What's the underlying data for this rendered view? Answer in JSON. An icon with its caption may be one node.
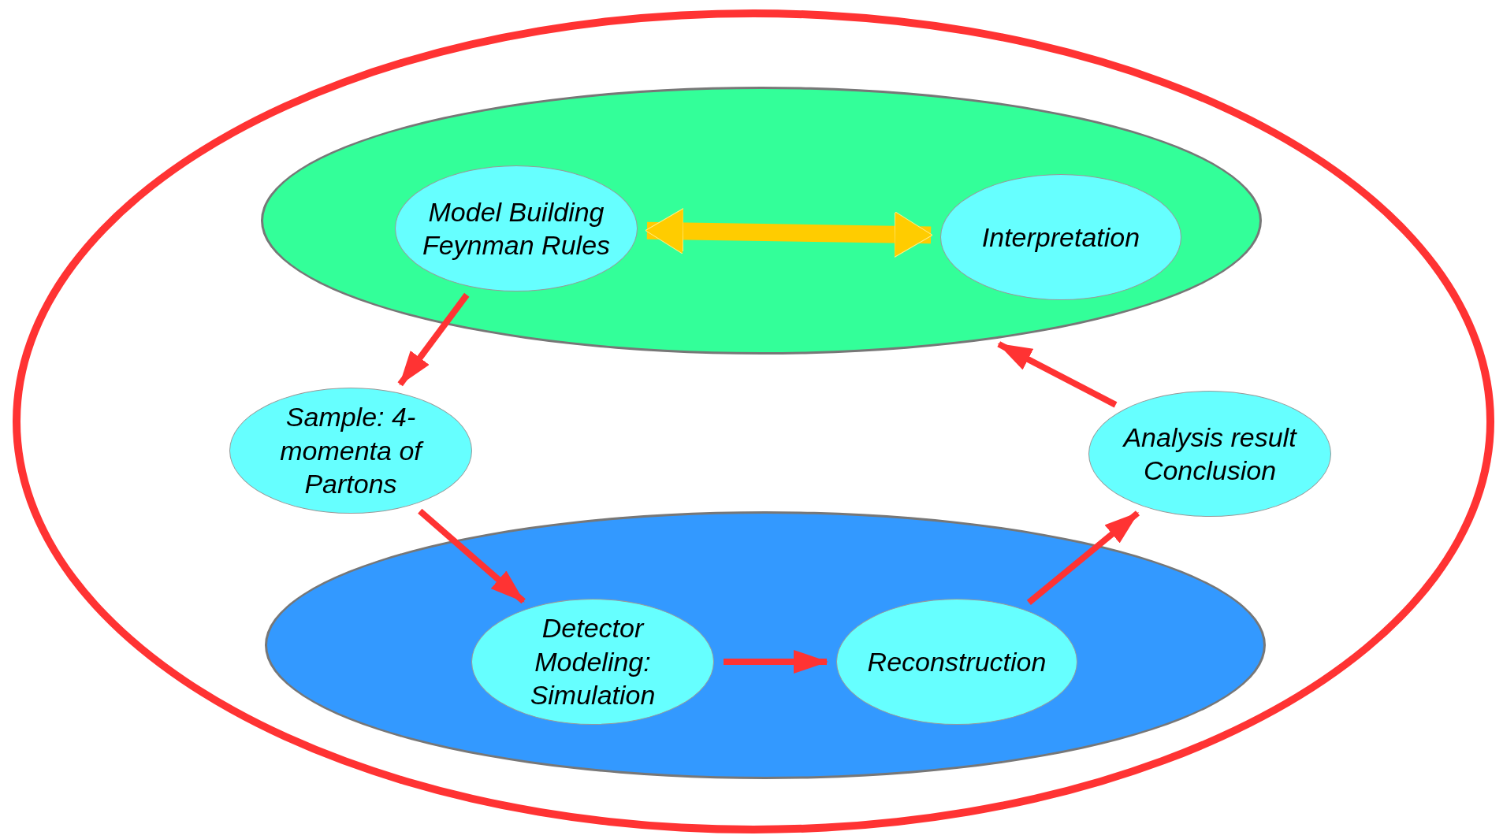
{
  "diagram": {
    "nodes": [
      {
        "text": [],
        "shape": "ellipse"
      },
      {
        "text": [],
        "shape": "ellipse",
        "in": 0
      },
      {
        "text": [
          "Model Building Feynman Rules"
        ],
        "in": 1
      },
      {
        "text": [
          "Interpretation"
        ],
        "in": 1
      },
      {
        "text": [
          "Sample: 4-momenta of Partons"
        ],
        "in": 0
      },
      {
        "text": [
          "Analysis result Conclusion"
        ],
        "in": 0
      },
      {
        "text": [],
        "shape": "ellipse",
        "in": 0
      },
      {
        "text": [
          "Detector Modeling: Simulation"
        ],
        "in": 6
      },
      {
        "text": [
          "Reconstruction"
        ],
        "in": 6
      }
    ],
    "edges": [
      {
        "from": 2,
        "to": 3,
        "arrow": "both",
        "style": "thick",
        "color": "#ffcc00"
      },
      {
        "from": 2,
        "to": 4,
        "arrow": "to"
      },
      {
        "from": 4,
        "to": 7,
        "arrow": "to"
      },
      {
        "from": 7,
        "to": 8,
        "arrow": "to"
      },
      {
        "from": 8,
        "to": 5,
        "arrow": "to"
      },
      {
        "from": 5,
        "to": 1,
        "arrow": "to"
      }
    ]
  }
}
